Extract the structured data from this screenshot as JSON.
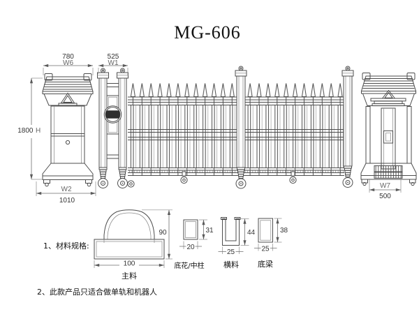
{
  "title": "MG-606",
  "dimensions": {
    "pillar_top": {
      "value": "780",
      "ref": "W6"
    },
    "lead_post_top": {
      "value": "525",
      "ref": "W1"
    },
    "height": {
      "value": "1800",
      "ref": "H"
    },
    "pillar_base": {
      "ref": "W2",
      "value": "1010"
    },
    "right_pillar_base": {
      "ref": "W7",
      "value": "500"
    }
  },
  "materials": {
    "heading": "1、材料规格:",
    "sections": [
      {
        "name": "主料",
        "width": "100",
        "height": "90"
      },
      {
        "name": "底花/中柱",
        "width": "20",
        "height": "31"
      },
      {
        "name": "横料",
        "width": "25",
        "height": "44"
      },
      {
        "name": "底梁",
        "width": "25",
        "height": "38"
      }
    ],
    "note": "2、此款产品只适合做单轨和机器人"
  },
  "icons": {
    "left_pillar_emblem": "triangle-emblem",
    "right_pillar_emblem": "triangle-emblem",
    "lead_post_emblem": "brand-badge"
  },
  "colors": {
    "line": "#4d4d4d",
    "dim_line": "#6e6e6e",
    "text": "#1a1a1a",
    "ref_label": "#666666",
    "emblem_fill": "#2e2e2e",
    "background": "#ffffff"
  }
}
